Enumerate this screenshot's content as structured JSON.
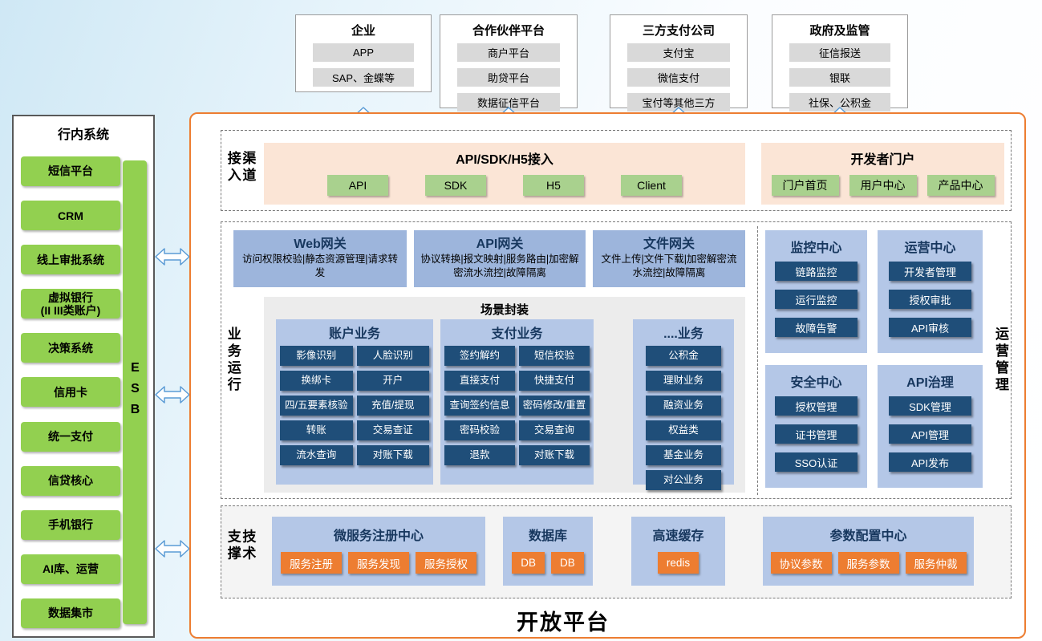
{
  "top_groups": [
    {
      "title": "企业",
      "items": [
        "APP",
        "SAP、金蝶等"
      ]
    },
    {
      "title": "合作伙伴平台",
      "items": [
        "商户平台",
        "助贷平台",
        "数据征信平台"
      ]
    },
    {
      "title": "三方支付公司",
      "items": [
        "支付宝",
        "微信支付",
        "宝付等其他三方"
      ]
    },
    {
      "title": "政府及监管",
      "items": [
        "征信报送",
        "银联",
        "社保、公积金"
      ]
    }
  ],
  "sidebar": {
    "title": "行内系统",
    "items": [
      "短信平台",
      "CRM",
      "线上审批系统",
      "虚拟银行\n(II III类账户)",
      "决策系统",
      "信用卡",
      "统一支付",
      "信贷核心",
      "手机银行",
      "AI库、运营",
      "数据集市"
    ],
    "esb_label": "ESB"
  },
  "channel_section": {
    "label": "渠道接入",
    "api_access": {
      "title": "API/SDK/H5接入",
      "buttons": [
        "API",
        "SDK",
        "H5",
        "Client"
      ]
    },
    "dev_portal": {
      "title": "开发者门户",
      "buttons": [
        "门户首页",
        "用户中心",
        "产品中心"
      ]
    }
  },
  "business_section": {
    "label": "业务运行",
    "management_label": "运营管理",
    "gateways": [
      {
        "title": "Web网关",
        "desc": "访问权限校验|静态资源管理|请求转发"
      },
      {
        "title": "API网关",
        "desc": "协议转换|报文映射|服务路由|加密解密流水流控|故障隔离"
      },
      {
        "title": "文件网关",
        "desc": "文件上传|文件下载|加密解密流水流控|故障隔离"
      }
    ],
    "scenario": {
      "title": "场景封装",
      "account": {
        "title": "账户业务",
        "items": [
          "影像识别",
          "人脸识别",
          "换绑卡",
          "开户",
          "四/五要素核验",
          "充值/提现",
          "转账",
          "交易查证",
          "流水查询",
          "对账下载"
        ]
      },
      "payment": {
        "title": "支付业务",
        "items": [
          "签约解约",
          "短信校验",
          "直接支付",
          "快捷支付",
          "查询签约信息",
          "密码修改/重置",
          "密码校验",
          "交易查询",
          "退款",
          "对账下载"
        ]
      },
      "other": {
        "title": "....业务",
        "items": [
          "公积金",
          "理财业务",
          "融资业务",
          "权益类",
          "基金业务",
          "对公业务"
        ]
      }
    },
    "centers": [
      {
        "title": "监控中心",
        "items": [
          "链路监控",
          "运行监控",
          "故障告警"
        ]
      },
      {
        "title": "运营中心",
        "items": [
          "开发者管理",
          "授权审批",
          "API审核"
        ]
      },
      {
        "title": "安全中心",
        "items": [
          "授权管理",
          "证书管理",
          "SSO认证"
        ]
      },
      {
        "title": "API治理",
        "items": [
          "SDK管理",
          "API管理",
          "API发布"
        ]
      }
    ]
  },
  "tech_section": {
    "label": "技术支撑",
    "groups": [
      {
        "title": "微服务注册中心",
        "items": [
          "服务注册",
          "服务发现",
          "服务授权"
        ]
      },
      {
        "title": "数据库",
        "items": [
          "DB",
          "DB"
        ]
      },
      {
        "title": "高速缓存",
        "items": [
          "redis"
        ]
      },
      {
        "title": "参数配置中心",
        "items": [
          "协议参数",
          "服务参数",
          "服务仲裁"
        ]
      }
    ]
  },
  "platform_title": "开放平台",
  "colors": {
    "green": "#92d050",
    "light_green": "#a9d18e",
    "orange": "#ed7d31",
    "light_orange": "#fbe5d6",
    "panel_blue": "#b4c7e7",
    "gateway_blue": "#9db5dc",
    "dark_blue": "#1f4e79",
    "title_navy": "#17375e",
    "gray_pill": "#d9d9d9",
    "arrow_blue": "#5b9bd5"
  }
}
